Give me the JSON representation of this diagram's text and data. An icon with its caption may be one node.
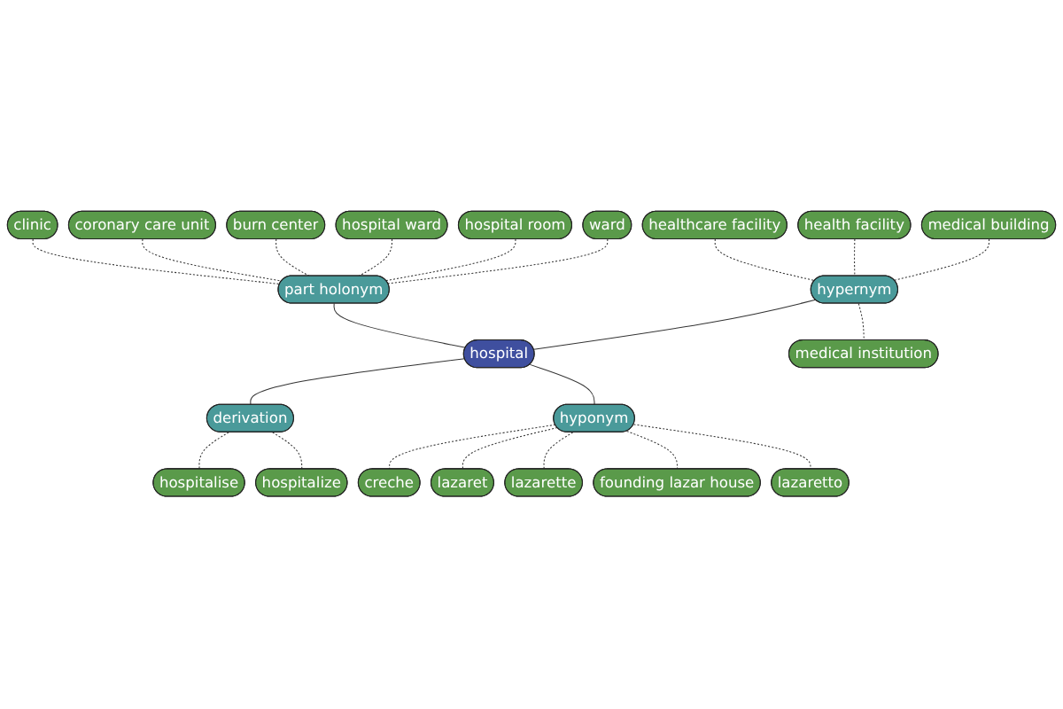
{
  "diagram": {
    "nodes": [
      {
        "text": [
          "hospital"
        ]
      },
      {
        "text": [
          "hypernym"
        ]
      },
      {
        "text": [
          "medical building"
        ]
      },
      {
        "text": [
          "health facility"
        ]
      },
      {
        "text": [
          "healthcare facility"
        ]
      },
      {
        "text": [
          "medical institution"
        ]
      },
      {
        "text": [
          "part holonym"
        ]
      },
      {
        "text": [
          "ward"
        ]
      },
      {
        "text": [
          "hospital room"
        ]
      },
      {
        "text": [
          "hospital ward"
        ]
      },
      {
        "text": [
          "burn center"
        ]
      },
      {
        "text": [
          "coronary care unit"
        ]
      },
      {
        "text": [
          "clinic"
        ]
      },
      {
        "text": [
          "derivation"
        ]
      },
      {
        "text": [
          "hospitalise"
        ]
      },
      {
        "text": [
          "hospitalize"
        ]
      },
      {
        "text": [
          "hyponym"
        ]
      },
      {
        "text": [
          "creche"
        ]
      },
      {
        "text": [
          "lazaret"
        ]
      },
      {
        "text": [
          "lazarette"
        ]
      },
      {
        "text": [
          "founding lazar house"
        ]
      },
      {
        "text": [
          "lazaretto"
        ]
      }
    ],
    "edges": [
      {
        "from": 1,
        "to": 0,
        "arrow": "none"
      },
      {
        "from": 6,
        "to": 0,
        "arrow": "none"
      },
      {
        "from": 0,
        "to": 13,
        "arrow": "none"
      },
      {
        "from": 0,
        "to": 16,
        "arrow": "none"
      },
      {
        "from": 2,
        "to": 1,
        "arrow": "none",
        "style": "dashed"
      },
      {
        "from": 3,
        "to": 1,
        "arrow": "none",
        "style": "dashed"
      },
      {
        "from": 4,
        "to": 1,
        "arrow": "none",
        "style": "dashed"
      },
      {
        "from": 1,
        "to": 5,
        "arrow": "none",
        "style": "dashed"
      },
      {
        "from": 7,
        "to": 6,
        "arrow": "none",
        "style": "dashed"
      },
      {
        "from": 8,
        "to": 6,
        "arrow": "none",
        "style": "dashed"
      },
      {
        "from": 9,
        "to": 6,
        "arrow": "none",
        "style": "dashed"
      },
      {
        "from": 10,
        "to": 6,
        "arrow": "none",
        "style": "dashed"
      },
      {
        "from": 11,
        "to": 6,
        "arrow": "none",
        "style": "dashed"
      },
      {
        "from": 12,
        "to": 6,
        "arrow": "none",
        "style": "dashed"
      },
      {
        "from": 13,
        "to": 14,
        "arrow": "none",
        "style": "dashed"
      },
      {
        "from": 13,
        "to": 15,
        "arrow": "none",
        "style": "dashed"
      },
      {
        "from": 16,
        "to": 17,
        "arrow": "none",
        "style": "dashed"
      },
      {
        "from": 16,
        "to": 18,
        "arrow": "none",
        "style": "dashed"
      },
      {
        "from": 16,
        "to": 19,
        "arrow": "none",
        "style": "dashed"
      },
      {
        "from": 16,
        "to": 20,
        "arrow": "none",
        "style": "dashed"
      },
      {
        "from": 16,
        "to": 21,
        "arrow": "none",
        "style": "dashed"
      }
    ]
  }
}
